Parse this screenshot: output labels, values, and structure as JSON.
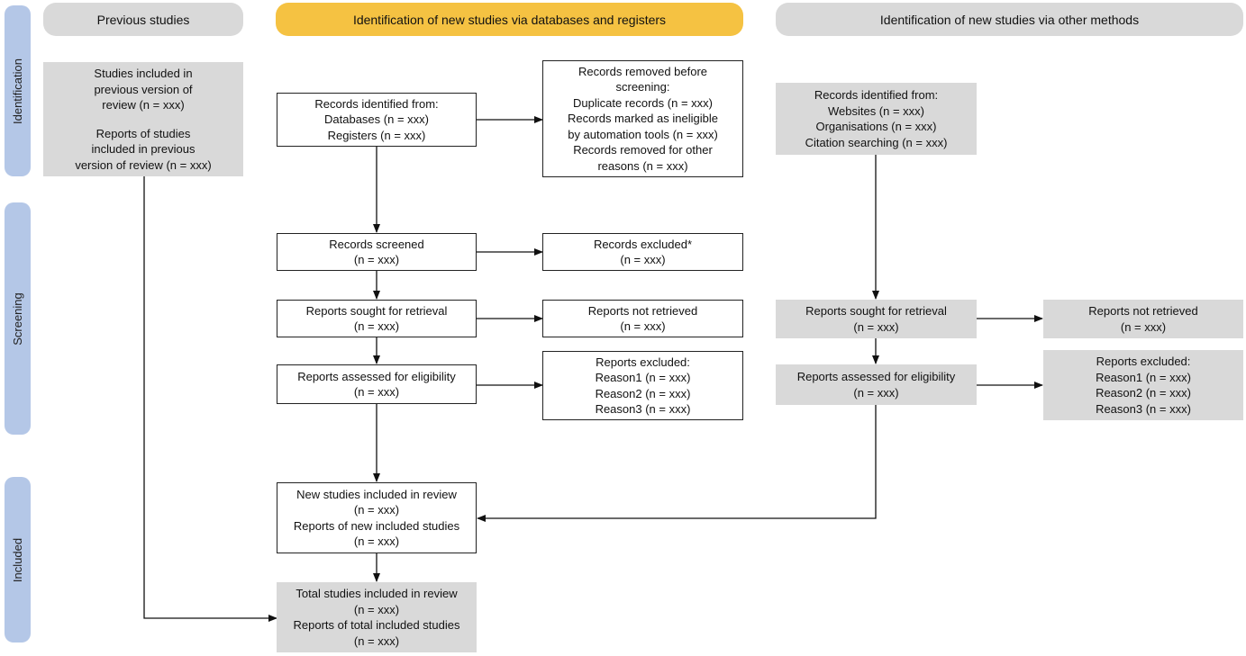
{
  "headers": {
    "previous": "Previous studies",
    "databases": "Identification of new studies via databases and registers",
    "other": "Identification of new studies via other methods"
  },
  "phases": {
    "identification": "Identification",
    "screening": "Screening",
    "included": "Included"
  },
  "previous_box": {
    "lines1": [
      "Studies included in",
      "previous version of",
      "review (n = xxx)"
    ],
    "lines2": [
      "Reports of studies",
      "included in previous",
      "version of review (n = xxx)"
    ]
  },
  "db": {
    "identified": [
      "Records identified from:",
      "Databases (n = xxx)",
      "Registers (n = xxx)"
    ],
    "removed": [
      "Records removed before",
      "screening:",
      "Duplicate records (n = xxx)",
      "Records marked as ineligible",
      "by automation tools (n = xxx)",
      "Records removed for other",
      "reasons (n = xxx)"
    ],
    "screened": [
      "Records screened",
      "(n = xxx)"
    ],
    "excluded": [
      "Records excluded*",
      "(n = xxx)"
    ],
    "sought": [
      "Reports sought for retrieval",
      "(n = xxx)"
    ],
    "not_retrieved": [
      "Reports not retrieved",
      "(n = xxx)"
    ],
    "assessed": [
      "Reports assessed for eligibility",
      "(n = xxx)"
    ],
    "reports_excluded": [
      "Reports excluded:",
      "Reason1 (n =  xxx)",
      "Reason2 (n =  xxx)",
      "Reason3 (n =  xxx)"
    ],
    "new_included": [
      "New studies included in review",
      "(n = xxx)",
      "Reports of new included studies",
      "(n = xxx)"
    ],
    "total_included": [
      "Total studies included in review",
      "(n = xxx)",
      "Reports of total included studies",
      "(n = xxx)"
    ]
  },
  "other": {
    "identified": [
      "Records identified from:",
      "Websites (n = xxx)",
      "Organisations (n = xxx)",
      "Citation searching (n = xxx)"
    ],
    "sought": [
      "Reports sought for retrieval",
      "(n = xxx)"
    ],
    "not_retrieved": [
      "Reports not retrieved",
      "(n = xxx)"
    ],
    "assessed": [
      "Reports assessed for eligibility",
      "(n = xxx)"
    ],
    "reports_excluded": [
      "Reports excluded:",
      "Reason1 (n =  xxx)",
      "Reason2 (n =  xxx)",
      "Reason3 (n =  xxx)"
    ]
  },
  "colors": {
    "header_grey": "#d9d9d9",
    "header_gold": "#f5c242",
    "phase_blue": "#b4c7e7",
    "box_grey": "#d9d9d9"
  }
}
